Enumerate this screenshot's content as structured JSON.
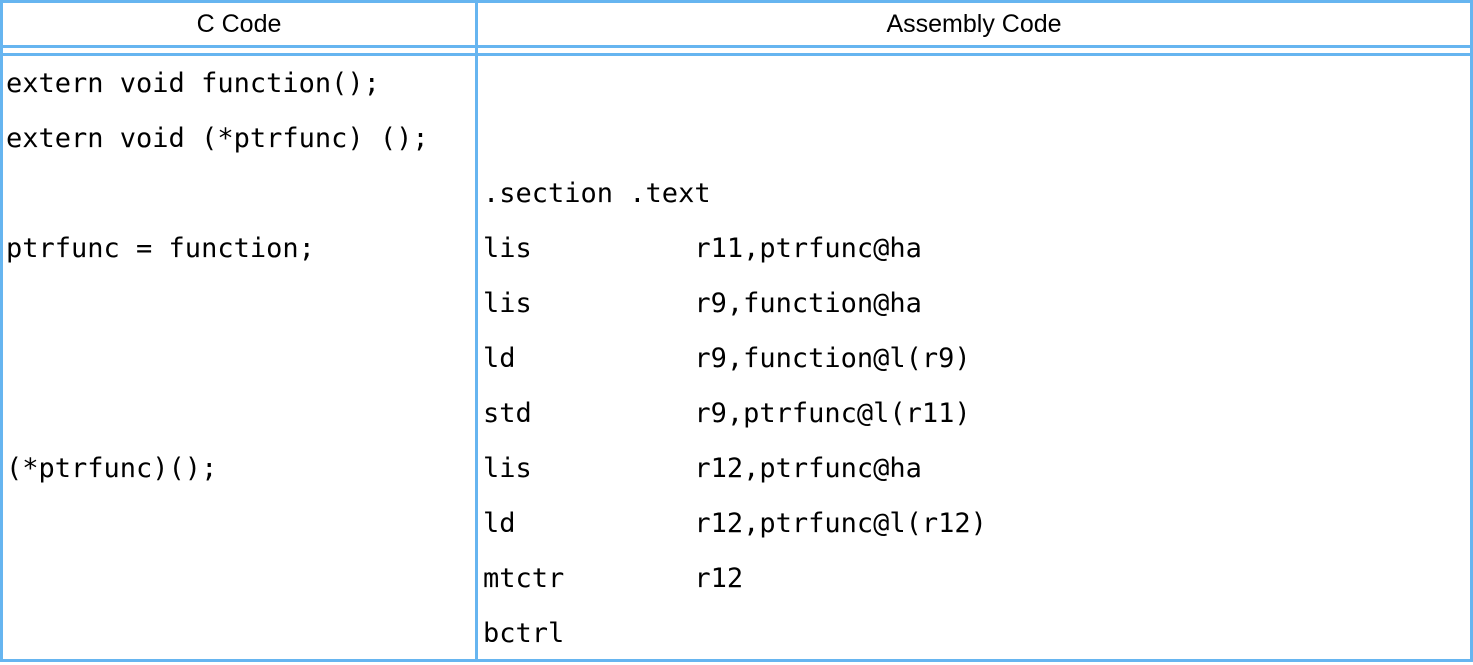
{
  "table": {
    "columns": [
      {
        "header": "C Code"
      },
      {
        "header": "Assembly Code"
      }
    ],
    "c_code_lines": [
      "extern void function();",
      "extern void (*ptrfunc) ();",
      "",
      "ptrfunc = function;",
      "",
      "",
      "",
      "(*ptrfunc)();",
      "",
      "",
      ""
    ],
    "assembly_lines": [
      "",
      "",
      ".section .text",
      "lis          r11,ptrfunc@ha",
      "lis          r9,function@ha",
      "ld           r9,function@l(r9)",
      "std          r9,ptrfunc@l(r11)",
      "lis          r12,ptrfunc@ha",
      "ld           r12,ptrfunc@l(r12)",
      "mtctr        r12",
      "bctrl"
    ]
  },
  "colors": {
    "table_border": "#66b5f0",
    "text": "#000000",
    "background": "#ffffff"
  }
}
